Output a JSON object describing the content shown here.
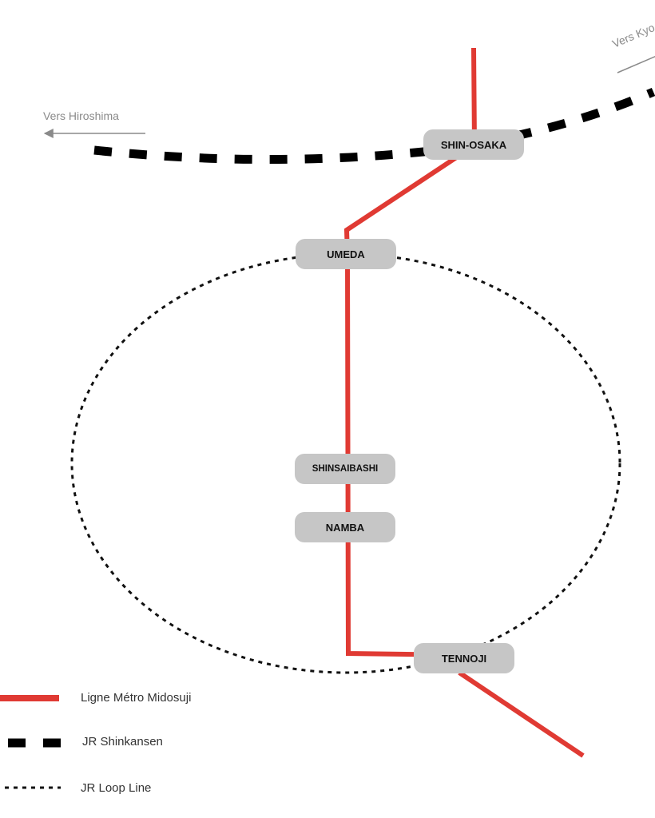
{
  "colors": {
    "metro": "#e03a33",
    "shinkansen": "#000000",
    "loop": "#111111",
    "station_fill": "#c6c6c6",
    "direction": "#8a8a8a"
  },
  "directions": {
    "west": "Vers Hiroshima",
    "east": "Vers Kyo"
  },
  "stations": {
    "shin_osaka": "SHIN-OSAKA",
    "umeda": "UMEDA",
    "shinsaibashi": "SHINSAIBASHI",
    "namba": "NAMBA",
    "tennoji": "TENNOJI"
  },
  "legend": {
    "metro": "Ligne Métro Midosuji",
    "shinkansen": "JR Shinkansen",
    "loop": "JR Loop Line"
  }
}
